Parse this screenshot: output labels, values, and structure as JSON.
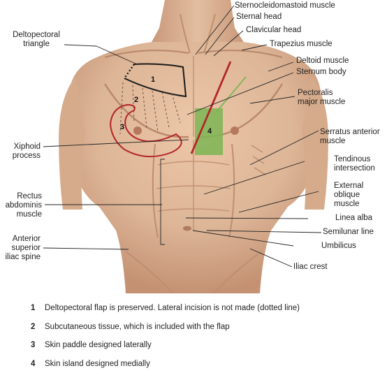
{
  "labels": {
    "sternocleidomastoid": "Sternocleidomastoid muscle",
    "sternal_head": "Sternal head",
    "clavicular_head": "Clavicular head",
    "trapezius": "Trapezius muscle",
    "deltoid": "Deltoid muscle",
    "sternum_body": "Sternum body",
    "pectoralis_1": "Pectoralis",
    "pectoralis_2": "major muscle",
    "serratus_1": "Serratus anterior",
    "serratus_2": "muscle",
    "tendinous_1": "Tendinous",
    "tendinous_2": "intersection",
    "external_1": "External",
    "external_2": "oblique",
    "external_3": "muscle",
    "linea_alba": "Linea alba",
    "semilunar": "Semilunar line",
    "umbilicus": "Umbilicus",
    "iliac_crest": "Iliac crest",
    "deltopectoral_1": "Deltopectoral",
    "deltopectoral_2": "triangle",
    "xiphoid_1": "Xiphoid",
    "xiphoid_2": "process",
    "rectus_1": "Rectus",
    "rectus_2": "abdominis",
    "rectus_3": "muscle",
    "asis_1": "Anterior",
    "asis_2": "superior",
    "asis_3": "iliac spine"
  },
  "regions": {
    "r1": "1",
    "r2": "2",
    "r3": "3",
    "r4": "4"
  },
  "legend": [
    {
      "num": "1",
      "text": "Deltopectoral flap is preserved. Lateral incision is not made (dotted line)"
    },
    {
      "num": "2",
      "text": "Subcutaneous tissue, which is included with the flap"
    },
    {
      "num": "3",
      "text": "Skin paddle designed laterally"
    },
    {
      "num": "4",
      "text": "Skin island designed medially"
    }
  ],
  "colors": {
    "skin": "#ddb597",
    "skin_shadow": "#b98a6a",
    "incision_red": "#b3252b",
    "skin_island_green": "#7cb553",
    "flap_outline": "#1a1a1a"
  }
}
